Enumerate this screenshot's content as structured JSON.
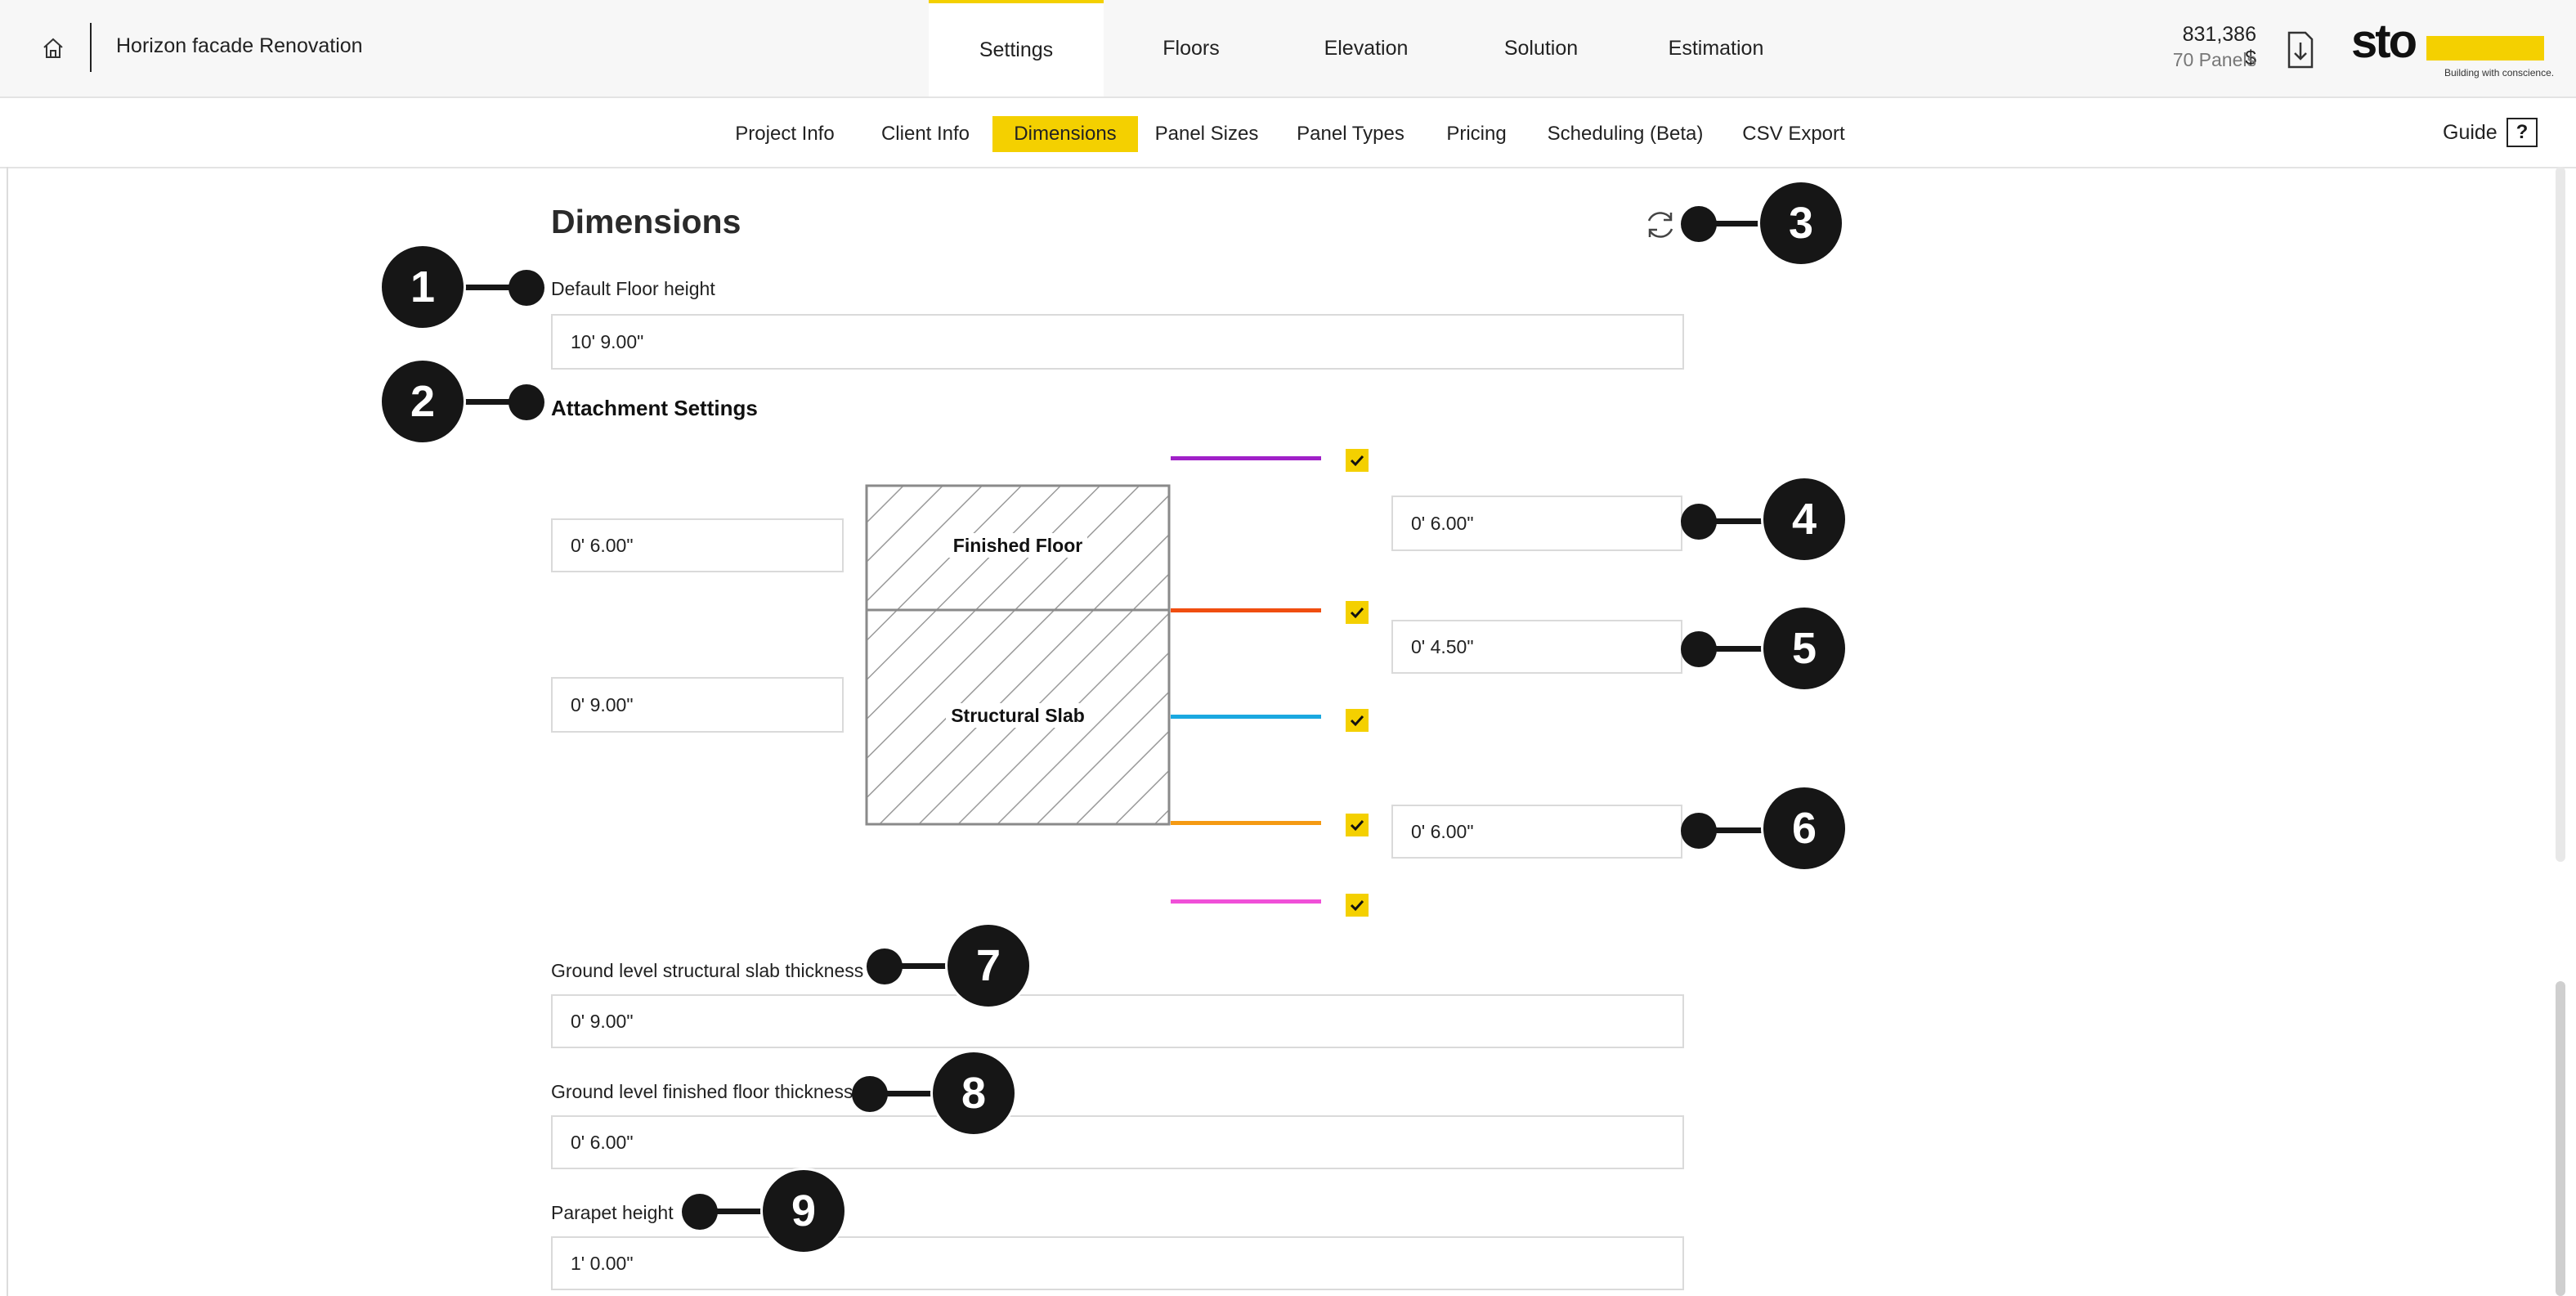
{
  "header": {
    "project_name": "Horizon facade Renovation",
    "tabs": [
      "Settings",
      "Floors",
      "Elevation",
      "Solution",
      "Estimation"
    ],
    "active_tab": "Settings",
    "total_price": "831,386 $",
    "panel_count": "70 Panels",
    "logo_text": "sto",
    "logo_tagline": "Building with conscience.",
    "brand_color": "#f4d000"
  },
  "subnav": {
    "tabs": [
      "Project Info",
      "Client Info",
      "Dimensions",
      "Panel Sizes",
      "Panel Types",
      "Pricing",
      "Scheduling (Beta)",
      "CSV Export"
    ],
    "active_tab": "Dimensions",
    "guide_label": "Guide",
    "guide_icon": "?"
  },
  "dimensions": {
    "title": "Dimensions",
    "default_floor_height_label": "Default Floor height",
    "default_floor_height_value": "10' 9.00\"",
    "attachment_settings_label": "Attachment Settings",
    "finished_floor_thickness": "0' 6.00\"",
    "structural_slab_thickness": "0' 9.00\"",
    "finished_floor_label": "Finished Floor",
    "structural_slab_label": "Structural Slab",
    "offset_top": "0' 6.00\"",
    "offset_middle": "0' 4.50\"",
    "offset_bottom": "0' 6.00\"",
    "line_colors": [
      "#a020c8",
      "#f04e10",
      "#1aa8e0",
      "#f59a12",
      "#f050d8"
    ],
    "ground_slab_label": "Ground level structural slab thickness",
    "ground_slab_value": "0' 9.00\"",
    "ground_floor_label": "Ground level finished floor thickness",
    "ground_floor_value": "0' 6.00\"",
    "parapet_label": "Parapet height",
    "parapet_value": "1' 0.00\""
  },
  "callouts": [
    "1",
    "2",
    "3",
    "4",
    "5",
    "6",
    "7",
    "8",
    "9"
  ]
}
